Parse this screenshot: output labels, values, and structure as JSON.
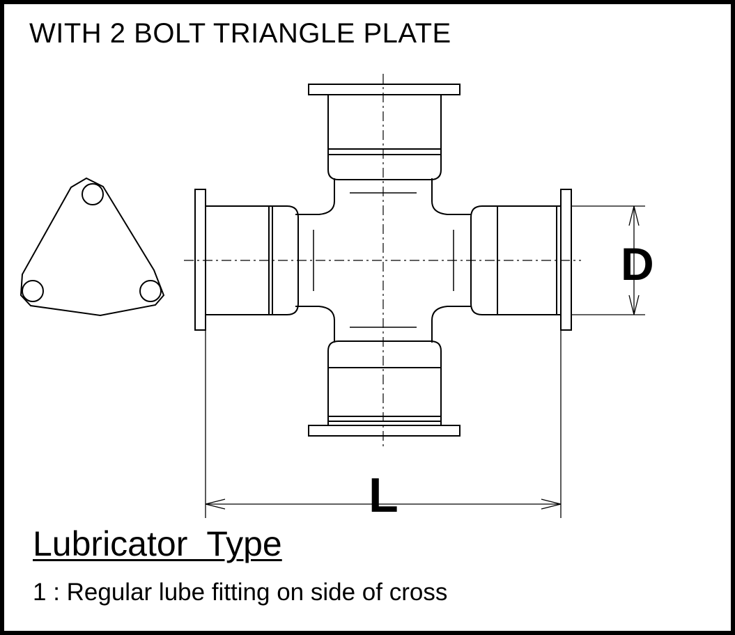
{
  "title": "WITH 2 BOLT TRIANGLE PLATE",
  "dimensions": {
    "diameter_label": "D",
    "length_label": "L"
  },
  "lubricator": {
    "heading": "Lubricator Type",
    "items": [
      {
        "text": "1 : Regular lube fitting on side of cross"
      }
    ]
  },
  "colors": {
    "background": "#ffffff",
    "line": "#000000",
    "border": "#000000"
  }
}
